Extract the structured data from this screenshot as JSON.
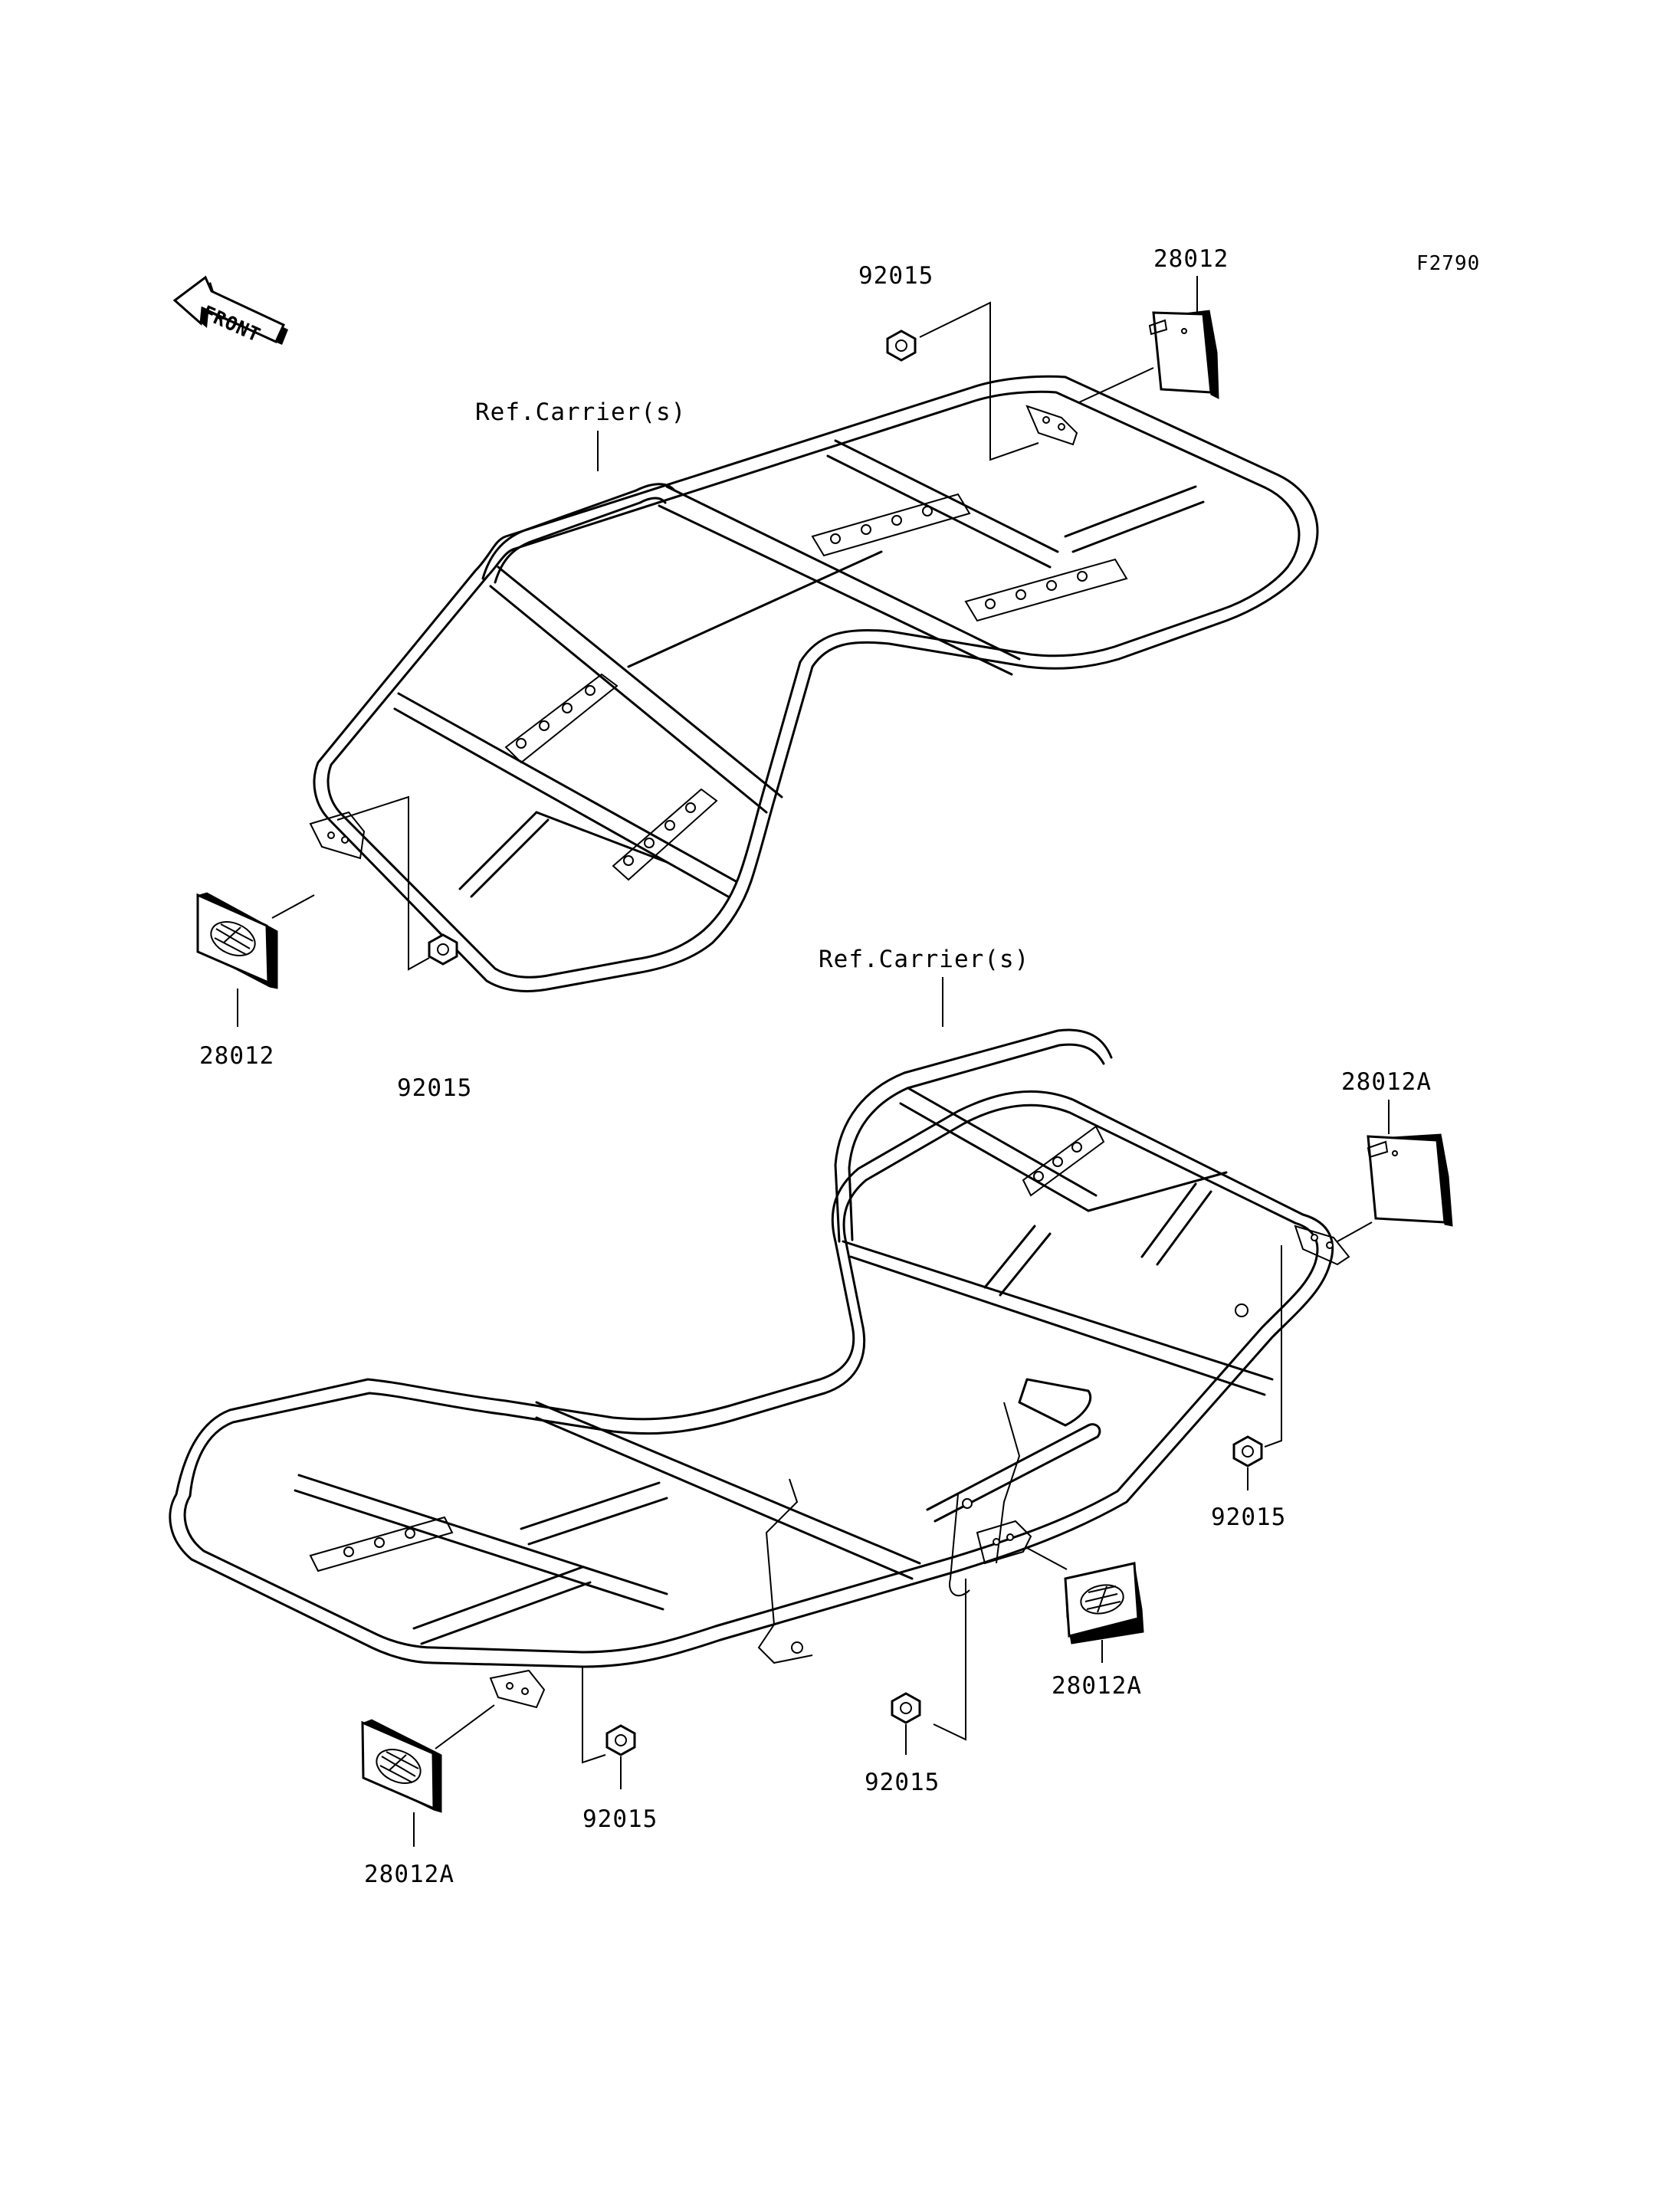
{
  "figure_code": "F2790",
  "front_label": "FRONT",
  "callouts": {
    "top_ref": "Ref.Carrier(s)",
    "top_nut": "92015",
    "top_reflector": "28012",
    "top_left_reflector": "28012",
    "top_left_nut": "92015",
    "bottom_ref": "Ref.Carrier(s)",
    "bottom_right_reflector": "28012A",
    "bottom_right_nut": "92015",
    "bottom_mid_reflector": "28012A",
    "bottom_mid_nut": "92015",
    "bottom_left_nut": "92015",
    "bottom_left_reflector": "28012A"
  }
}
